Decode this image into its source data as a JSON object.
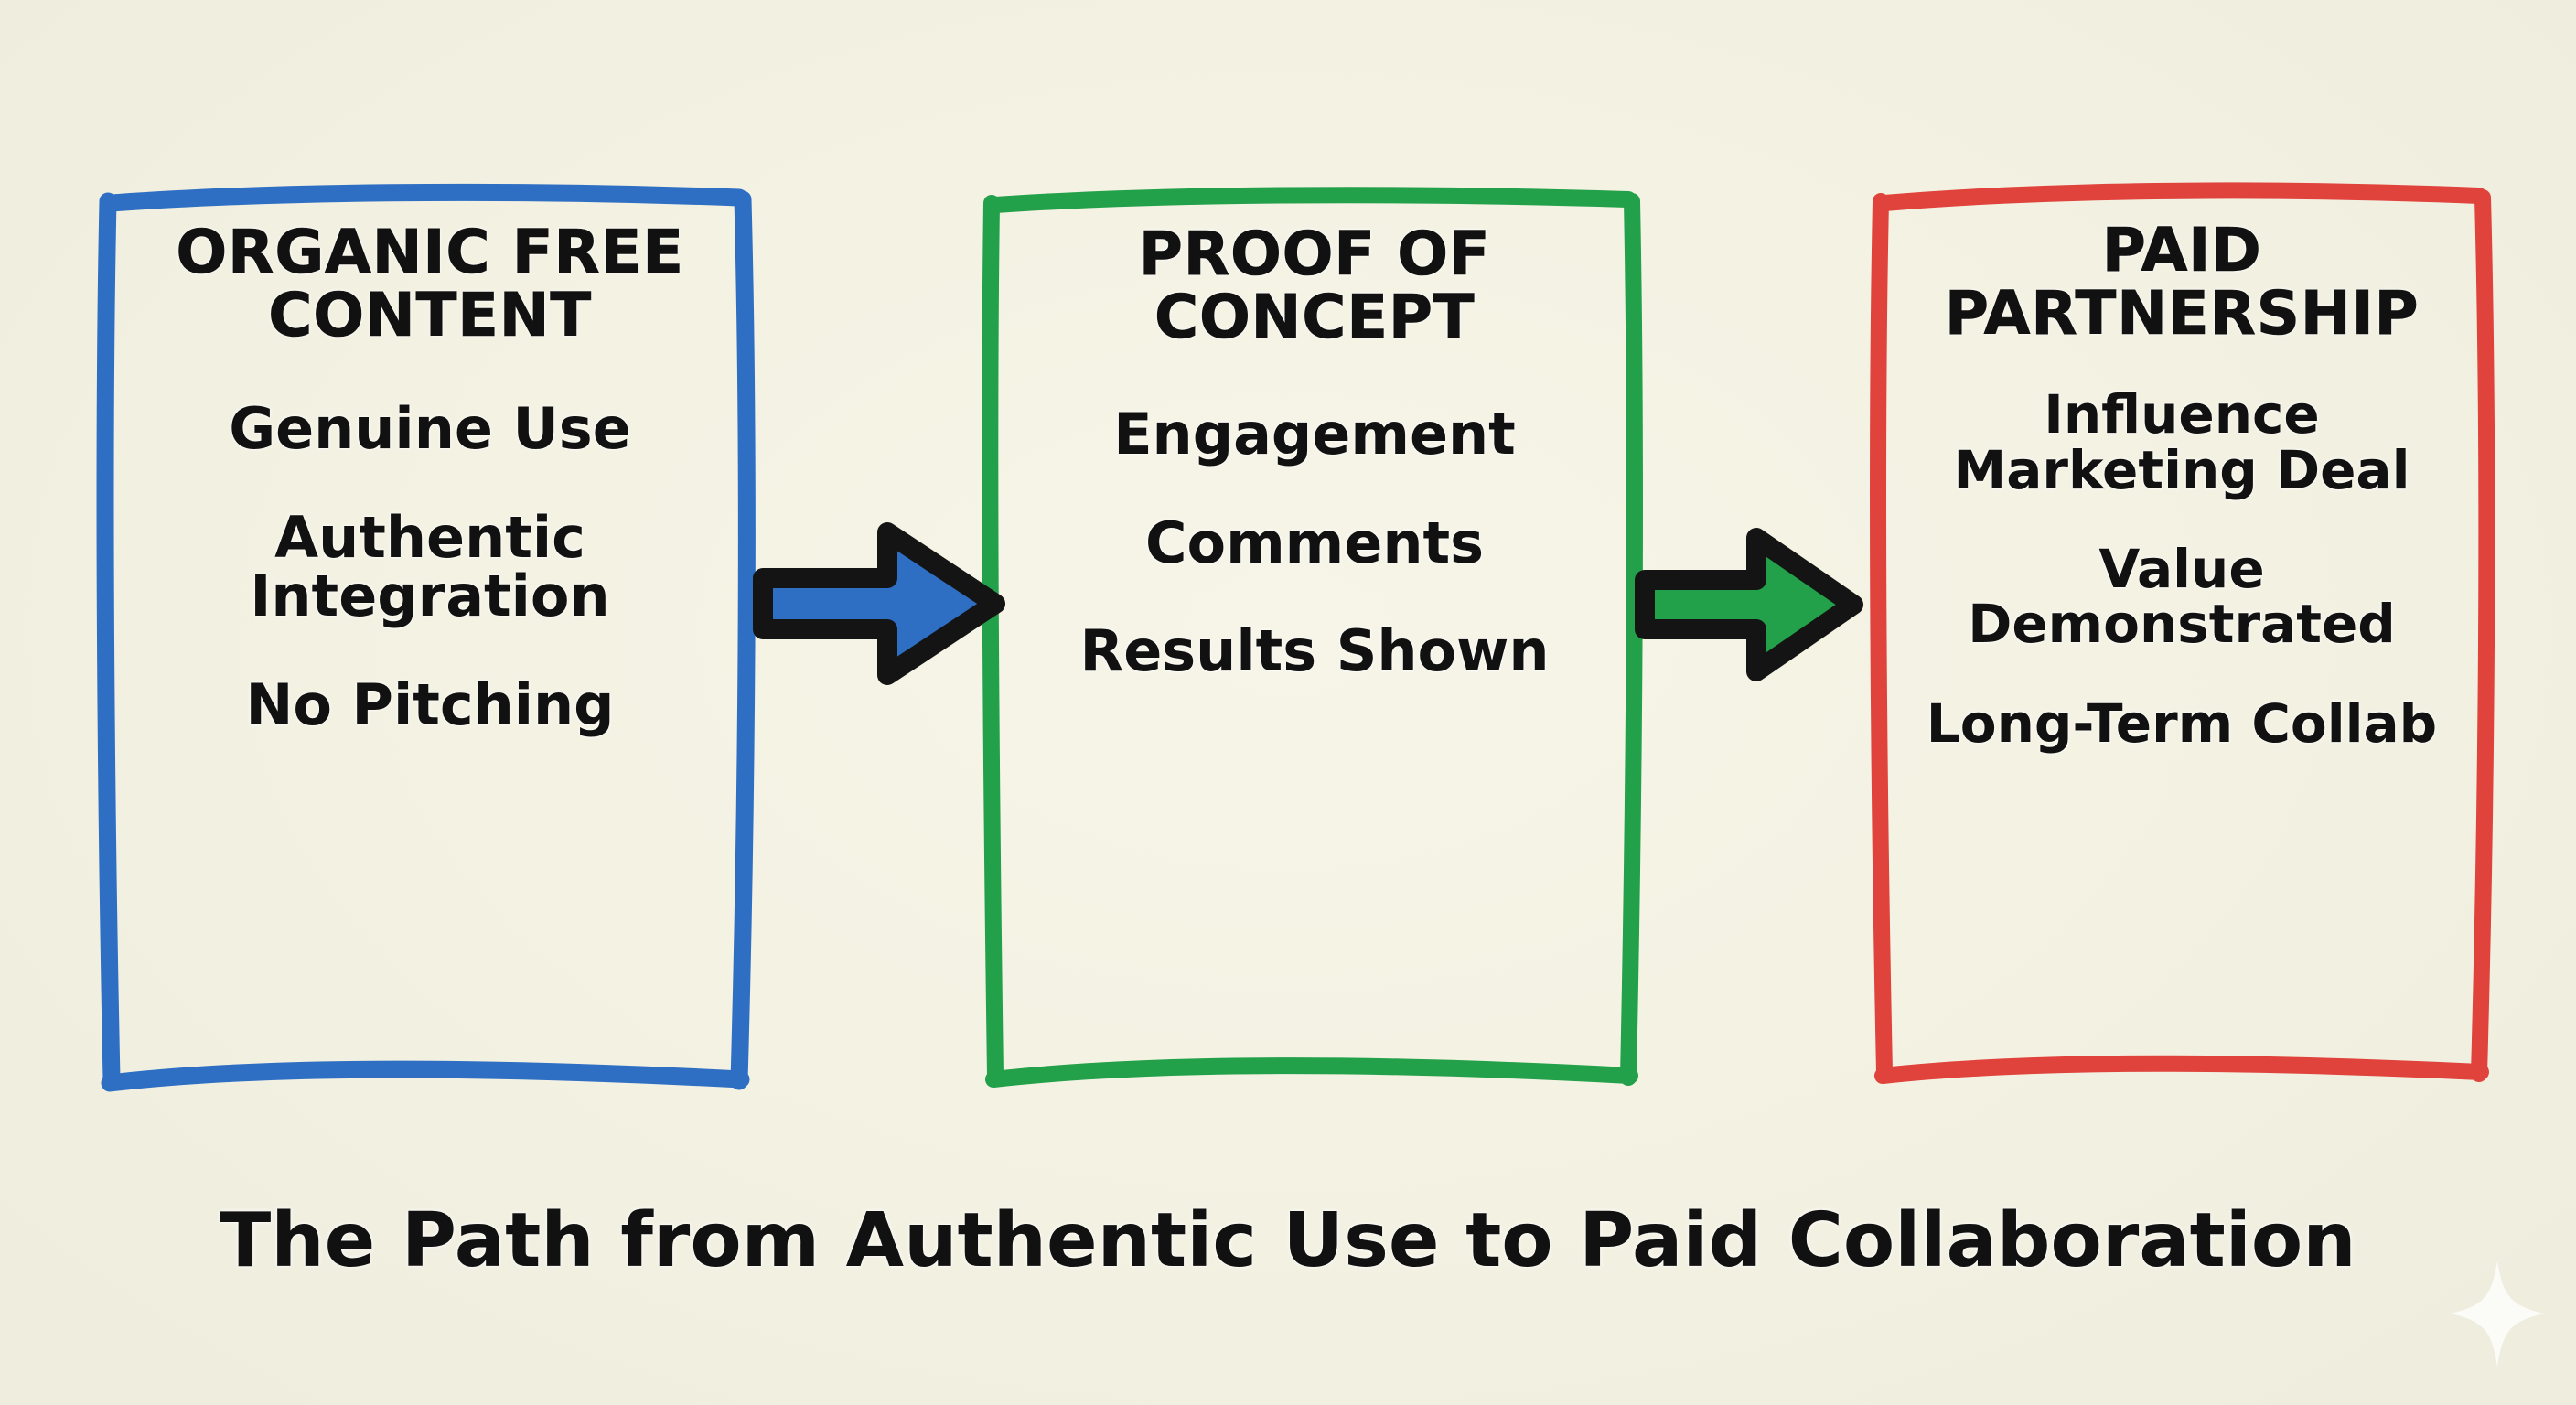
{
  "canvas": {
    "background_color": "#f3f1e1",
    "ink_color": "#111111"
  },
  "stages": [
    {
      "id": "organic-free-content",
      "title": "ORGANIC\nFREE CONTENT",
      "border_color": "#2e6fc4",
      "items": [
        "Genuine Use",
        "Authentic\nIntegration",
        "No Pitching"
      ]
    },
    {
      "id": "proof-of-concept",
      "title": "PROOF OF\nCONCEPT",
      "border_color": "#22a04a",
      "items": [
        "Engagement",
        "Comments",
        "Results Shown"
      ]
    },
    {
      "id": "paid-partnership",
      "title": "PAID\nPARTNERSHIP",
      "border_color": "#e0423c",
      "items": [
        "Influence\nMarketing Deal",
        "Value Demonstrated",
        "Long-Term Collab"
      ]
    }
  ],
  "arrows": [
    {
      "id": "arrow-organic-to-proof",
      "name": "right-arrow-icon",
      "fill_color": "#2e6fc4",
      "outline_color": "#141414",
      "direction": "right"
    },
    {
      "id": "arrow-proof-to-paid",
      "name": "right-arrow-icon",
      "fill_color": "#22a04a",
      "outline_color": "#141414",
      "direction": "right"
    }
  ],
  "caption": "The Path from Authentic Use to Paid Collaboration",
  "decoration": {
    "sparkle": {
      "name": "sparkle-icon",
      "color": "#ffffff"
    }
  }
}
